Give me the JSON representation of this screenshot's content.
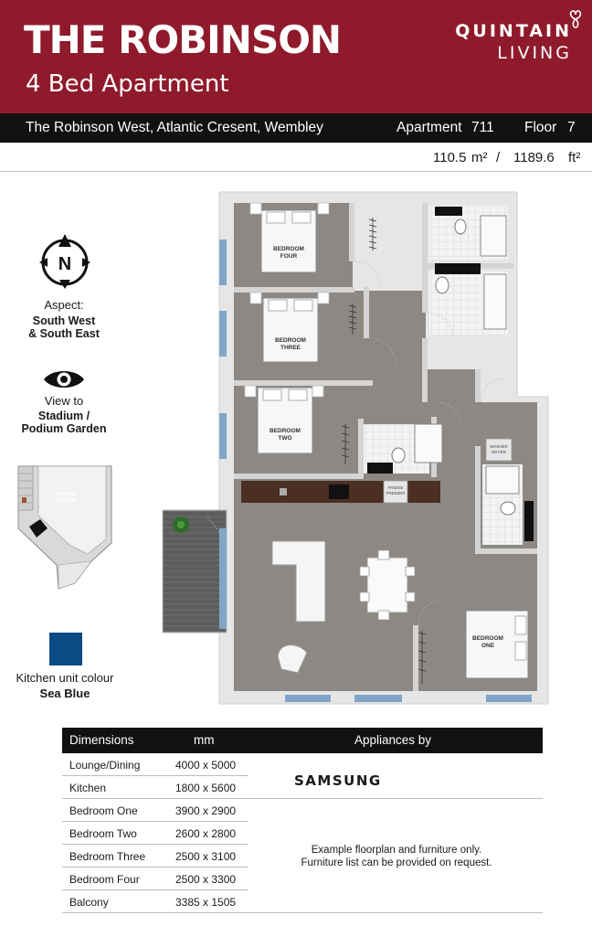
{
  "header": {
    "title": "THE ROBINSON",
    "subtitle": "4 Bed Apartment",
    "brand_line1": "QUINTAIN",
    "brand_line2": "LIVING"
  },
  "info_bar": {
    "address": "The Robinson West, Atlantic Cresent, Wembley",
    "apartment_label": "Apartment",
    "apartment_number": "711",
    "floor_label": "Floor",
    "floor_number": "7"
  },
  "area": {
    "sqm": "110.5",
    "sqm_unit": "m²",
    "separator": "/",
    "sqft": "1189.6",
    "sqft_unit": "ft²"
  },
  "aspect": {
    "compass_letter": "N",
    "label": "Aspect:",
    "value_line1": "South West",
    "value_line2": "& South East"
  },
  "view": {
    "label": "View to",
    "value_line1": "Stadium /",
    "value_line2": "Podium Garden"
  },
  "site_plan": {
    "label_line1": "PODIUM",
    "label_line2": "GARDEN"
  },
  "kitchen": {
    "label": "Kitchen unit colour",
    "value": "Sea Blue",
    "swatch_color": "#0c4a84"
  },
  "floorplan": {
    "rooms": [
      {
        "line1": "BEDROOM",
        "line2": "FOUR"
      },
      {
        "line1": "BEDROOM",
        "line2": "THREE"
      },
      {
        "line1": "BEDROOM",
        "line2": "TWO"
      },
      {
        "line1": "BEDROOM",
        "line2": "ONE"
      }
    ],
    "fridge_label_line1": "FRIDGE",
    "fridge_label_line2": "FREEZER",
    "washer_label_line1": "WASHER",
    "washer_label_line2": "DRYER"
  },
  "dimensions": {
    "col_room": "Dimensions",
    "col_mm": "mm",
    "col_appliances": "Appliances by",
    "rows": [
      {
        "room": "Lounge/Dining",
        "mm": "4000 x 5000"
      },
      {
        "room": "Kitchen",
        "mm": "1800 x 5600"
      },
      {
        "room": "Bedroom One",
        "mm": "3900 x 2900"
      },
      {
        "room": "Bedroom Two",
        "mm": "2600 x 2800"
      },
      {
        "room": "Bedroom Three",
        "mm": "2500 x 3100"
      },
      {
        "room": "Bedroom Four",
        "mm": "2500 x 3300"
      },
      {
        "room": "Balcony",
        "mm": "3385 x 1505"
      }
    ],
    "appliance_brand": "SAMSUNG",
    "disclaimer_line1": "Example floorplan and furniture only.",
    "disclaimer_line2": "Furniture list can be provided on request."
  }
}
